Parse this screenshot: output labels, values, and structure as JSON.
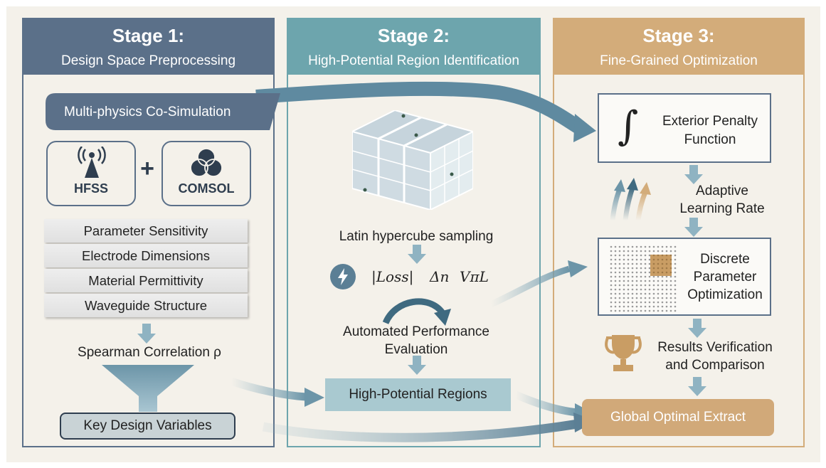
{
  "stages": [
    {
      "title": "Stage 1:",
      "subtitle": "Design Space Preprocessing"
    },
    {
      "title": "Stage 2:",
      "subtitle": "High-Potential Region Identification"
    },
    {
      "title": "Stage 3:",
      "subtitle": "Fine-Grained Optimization"
    }
  ],
  "stage1": {
    "cosim_label": "Multi-physics Co-Simulation",
    "tools": [
      "HFSS",
      "COMSOL"
    ],
    "plus": "+",
    "parameters": [
      "Parameter Sensitivity",
      "Electrode Dimensions",
      "Material Permittivity",
      "Waveguide Structure"
    ],
    "correlation_label": "Spearman Correlation ρ",
    "key_vars_label": "Key Design Variables"
  },
  "stage2": {
    "sampling_label": "Latin hypercube sampling",
    "metrics": [
      "|Loss|",
      "Δn",
      "VπL"
    ],
    "evaluation_label_line1": "Automated Performance",
    "evaluation_label_line2": "Evaluation",
    "regions_label": "High-Potential Regions"
  },
  "stage3": {
    "penalty_symbol": "∫",
    "penalty_line1": "Exterior Penalty",
    "penalty_line2": "Function",
    "adaptive_line1": "Adaptive",
    "adaptive_line2": "Learning Rate",
    "discrete_line1": "Discrete",
    "discrete_line2": "Parameter",
    "discrete_line3": "Optimization",
    "verify_line1": "Results Verification",
    "verify_line2": "and Comparison",
    "global_label": "Global Optimal Extract"
  },
  "colors": {
    "stage1": "#5b7089",
    "stage2": "#6da5ad",
    "stage3": "#d3ac7a",
    "background": "#f4f1ea",
    "arrow": "#6c95a8",
    "gold": "#c99d64"
  },
  "icons": [
    "antenna-icon",
    "venn-icon",
    "lightning-icon",
    "cycle-arrow-icon",
    "trophy-icon",
    "rising-arrows-icon",
    "integral-icon",
    "hypercube-icon",
    "funnel-icon",
    "grid-icon"
  ]
}
